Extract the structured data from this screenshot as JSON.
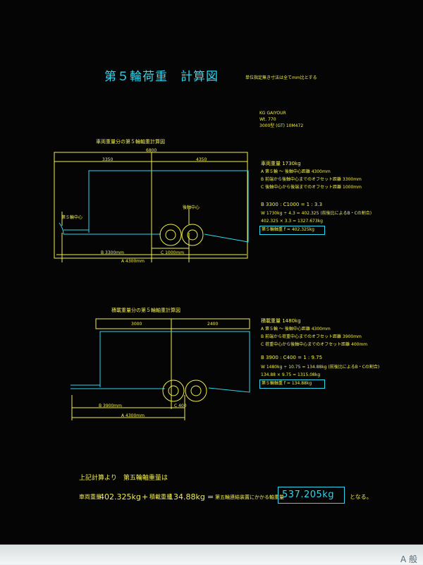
{
  "title": "第５輪荷重　計算図",
  "title_note": "単位指定無き寸法は全てmm比とする",
  "header_info": [
    "KG GAIYOUR",
    "Wt. 770",
    "3000型 (GT) 10M472"
  ],
  "section1": {
    "heading": "車両重量分の第５輪軸重計算図",
    "dim_top": "6800",
    "dim_a": "3350",
    "dim_b": "4350",
    "label_fifth": "第５輪中心",
    "label_axle": "後軸中心",
    "dim_bottom_b": "B 3300mm",
    "dim_bottom_c": "C 1000mm",
    "dim_bottom_a": "A 4300mm",
    "calc_lines": [
      "車両重量 1730kg",
      "A 第５輪 ～ 後軸中心距離 4300mm",
      "B 前端から後軸中心までのオフセット距離 3300mm",
      "C 後軸中心から後端までのオフセット距離 1000mm",
      "",
      "B 3300 : C1000 = 1 : 3.3",
      "W 1730kg ÷ 4.3 = 402.325 (前後比によるB・Cの割合)",
      "402.325 × 3.3 = 1327.673kg"
    ],
    "result": "第５輪軸重 f = 402.325kg"
  },
  "section2": {
    "heading": "積載重量分の第５輪軸重計算図",
    "dim_top_a": "3000",
    "dim_top_b": "2400",
    "dim_bottom_b": "B 3900mm",
    "dim_bottom_c": "C 400",
    "dim_bottom_a": "A 4300mm",
    "calc_lines": [
      "積載重量 1480kg",
      "A 第５輪 ～ 後軸中心距離 4300mm",
      "B 前端から荷重中心までのオフセット距離 3900mm",
      "C 荷重中心から後軸中心までのオフセット距離 400mm",
      "",
      "B 3900 : C400 = 1 : 9.75",
      "W 1480kg ÷ 10.75 = 134.88kg (前後比によるB・Cの割合)",
      "134.88 × 9.75 = 1315.08kg"
    ],
    "result": "第５輪軸重 f = 134.88kg"
  },
  "summary": {
    "lead": "上記計算より　第五輪軸重量は",
    "term1_label": "車両重量",
    "term1_value": "402.325kg",
    "plus": "+",
    "term2_label": "積載重量",
    "term2_value": "134.88kg",
    "equals": "=",
    "result_label": "第五輪連結装置にかかる軸重量",
    "result_value": "537.205kg",
    "tail": "となる。"
  },
  "taskbar": {
    "text": "A 般"
  },
  "colors": {
    "cyan": "#2ed7ef",
    "yellow": "#f1ee4e",
    "background": "#050505"
  }
}
